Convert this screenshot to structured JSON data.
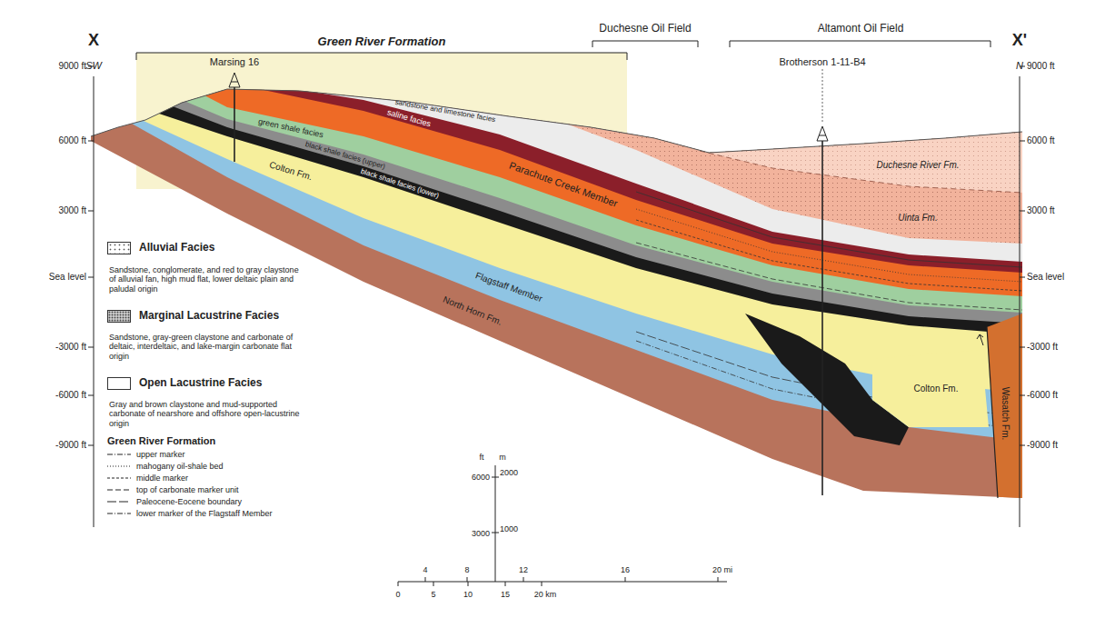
{
  "diagram": {
    "labels": [
      "X",
      "SW",
      "Green River Formation",
      "Duchesne Oil Field",
      "Altamont Oil Field",
      "X'",
      "N",
      "Marsing 16",
      "Brotherson 1-11-B4",
      "9000 ft",
      "6000 ft",
      "3000 ft",
      "Sea level",
      "-3000 ft",
      "-6000 ft",
      "-9000 ft",
      "9000 ft",
      "6000 ft",
      "3000 ft",
      "Sea level",
      "-3000 ft",
      "-6000 ft",
      "-9000 ft",
      "sandstone and limestone facies",
      "saline facies",
      "green shale facies",
      "black shale facies (upper)",
      "black shale facies (lower)",
      "Parachute Creek Member",
      "Colton Fm.",
      "Flagstaff Member",
      "North Horn Fm.",
      "Duchesne River Fm.",
      "Uinta Fm.",
      "Colton Fm.",
      "Wasatch Fm.",
      "Sandstone, conglomerate, and red to gray claystone of alluvial fan, high mud flat, lower deltaic plain and paludal origin",
      "Sandstone, gray-green claystone and carbonate of deltaic, interdeltaic, and lake-margin carbonate flat origin",
      "Gray and brown claystone and mud-supported carbonate of nearshore and offshore open-lacustrine origin",
      "Green River Formation",
      "ft",
      "m",
      "6000",
      "2000",
      "3000",
      "1000",
      "4",
      "8",
      "12",
      "16",
      "20 mi",
      "0",
      "5",
      "10",
      "15",
      "20 km"
    ],
    "legend": [
      {
        "text": "Alluvial Facies"
      },
      {
        "text": "Marginal Lacustrine Facies"
      },
      {
        "text": "Open Lacustrine Facies"
      },
      {
        "text": "upper marker"
      },
      {
        "text": "mahogany oil-shale bed"
      },
      {
        "text": "middle marker"
      },
      {
        "text": "top of carbonate marker unit"
      },
      {
        "text": "Paleocene-Eocene boundary"
      },
      {
        "text": "lower marker of the Flagstaff Member"
      }
    ]
  }
}
